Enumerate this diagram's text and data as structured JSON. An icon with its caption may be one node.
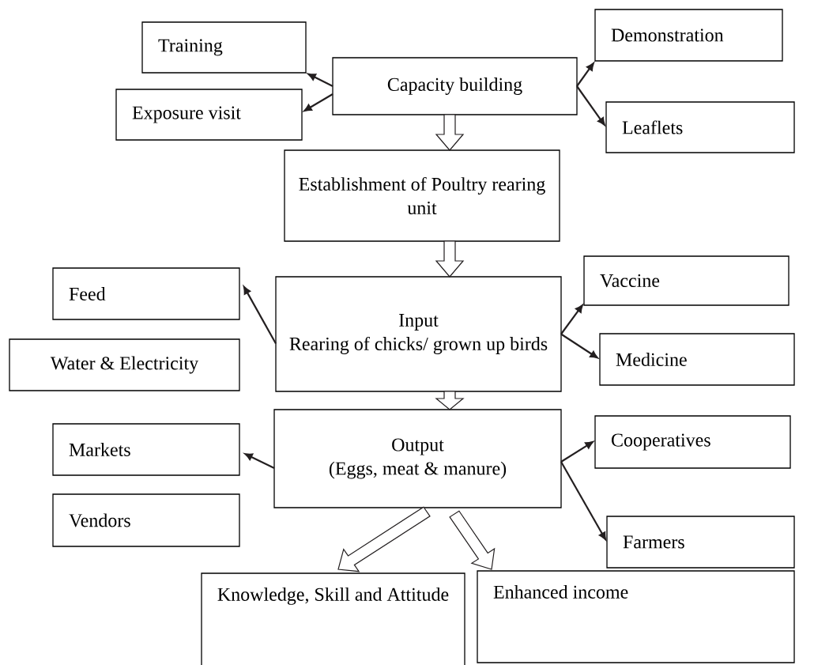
{
  "diagram": {
    "nodes": [
      {
        "text": [
          "Training"
        ]
      },
      {
        "text": [
          "Exposure visit"
        ]
      },
      {
        "text": [
          "Capacity building"
        ]
      },
      {
        "text": [
          "Demonstration"
        ]
      },
      {
        "text": [
          "Leaflets"
        ]
      },
      {
        "text": [
          "Establishment of Poultry rearing unit"
        ]
      },
      {
        "text": [
          "Feed"
        ]
      },
      {
        "text": [
          "Water & Electricity"
        ]
      },
      {
        "text": [
          "Input",
          "Rearing of chicks/ grown up birds"
        ]
      },
      {
        "text": [
          "Vaccine"
        ]
      },
      {
        "text": [
          "Medicine"
        ]
      },
      {
        "text": [
          "Markets"
        ]
      },
      {
        "text": [
          "Vendors"
        ]
      },
      {
        "text": [
          "Output",
          "(Eggs, meat & manure)"
        ]
      },
      {
        "text": [
          "Cooperatives"
        ]
      },
      {
        "text": [
          "Farmers"
        ]
      },
      {
        "text": [
          "Knowledge, Skill and Attitude"
        ]
      },
      {
        "text": [
          "Enhanced income"
        ]
      }
    ],
    "edges": [
      {
        "from": 2,
        "to": 0,
        "arrow": "to"
      },
      {
        "from": 2,
        "to": 1,
        "arrow": "to"
      },
      {
        "from": 2,
        "to": 3,
        "arrow": "to"
      },
      {
        "from": 2,
        "to": 4,
        "arrow": "to"
      },
      {
        "from": 2,
        "to": 5,
        "arrow": "to",
        "style": "thick"
      },
      {
        "from": 5,
        "to": 8,
        "arrow": "to",
        "style": "thick"
      },
      {
        "from": 8,
        "to": 6,
        "arrow": "to"
      },
      {
        "from": 8,
        "to": 9,
        "arrow": "to"
      },
      {
        "from": 8,
        "to": 10,
        "arrow": "to"
      },
      {
        "from": 8,
        "to": 13,
        "arrow": "to",
        "style": "thick"
      },
      {
        "from": 13,
        "to": 11,
        "arrow": "to"
      },
      {
        "from": 13,
        "to": 14,
        "arrow": "to"
      },
      {
        "from": 13,
        "to": 15,
        "arrow": "to"
      },
      {
        "from": 13,
        "to": 16,
        "arrow": "to",
        "style": "thick"
      },
      {
        "from": 13,
        "to": 17,
        "arrow": "to",
        "style": "thick"
      }
    ]
  }
}
